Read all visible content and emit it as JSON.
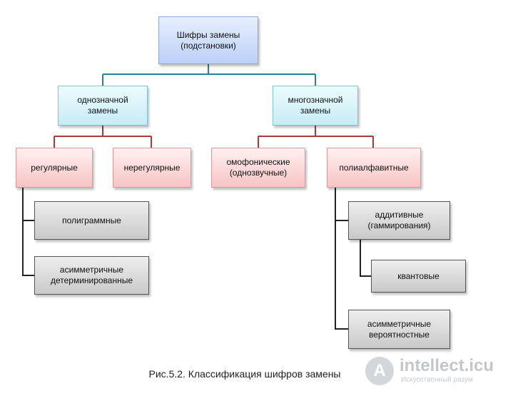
{
  "diagram": {
    "root": "Шифры замены\n(подстановки)",
    "single": "однозначной\nзамены",
    "multi": "многозначной\nзамены",
    "regular": "регулярные",
    "irregular": "нерегулярные",
    "homophonic": "омофонические\n(однозвучные)",
    "polyalphabetic": "полиалфавитные",
    "polygram": "полиграммные",
    "asym_det": "асимметричные\nдетерминированные",
    "additive": "аддитивные\n(гаммирования)",
    "quantum": "квантовые",
    "asym_prob": "асимметричные\nвероятностные"
  },
  "caption": "Рис.5.2. Классификация шифров замены",
  "watermark": {
    "logo_letter": "A",
    "site": "intellect.icu",
    "tagline": "Искусственный разум"
  },
  "colors": {
    "root_connector": "#2a7f9b",
    "level_connector": "#a83a3a",
    "tree_connector": "#222222"
  }
}
